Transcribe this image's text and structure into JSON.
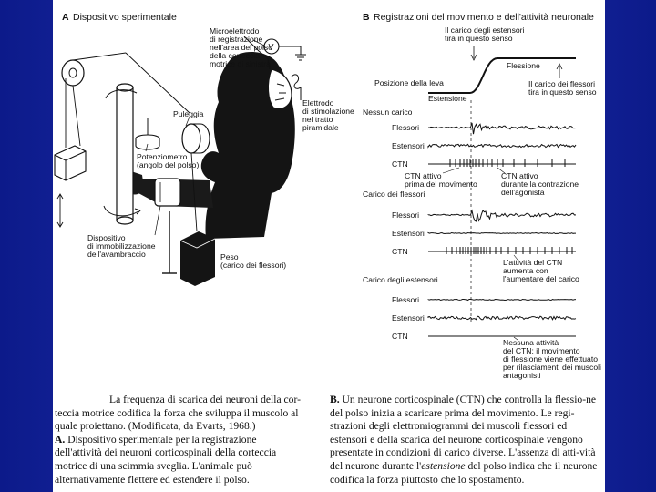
{
  "panel_a": {
    "letter": "A",
    "title": "Dispositivo sperimentale",
    "labels": {
      "electrode_rec": [
        "Microelettrodo",
        "di registrazione",
        "nell'area del polso",
        "della corteccia",
        "motrice di sinistra"
      ],
      "voltmeter": "V",
      "electrode_stim": [
        "Elettrodo",
        "di stimolazione",
        "nel tratto",
        "piramidale"
      ],
      "pulley": "Puleggia",
      "potentiometer": [
        "Potenziometro",
        "(angolo del polso)"
      ],
      "immobilizer": [
        "Dispositivo",
        "di immobilizzazione",
        "dell'avambraccio"
      ],
      "weight": [
        "Peso",
        "(carico dei flessori)"
      ]
    }
  },
  "panel_b": {
    "letter": "B",
    "title": "Registrazioni del movimento e dell'attività neuronale",
    "lever_label": "Posizione della leva",
    "extension": "Estensione",
    "flexion": "Flessione",
    "ext_pull": [
      "Il carico degli estensori",
      "tira in questo senso"
    ],
    "flex_pull": [
      "Il carico dei flessori",
      "tira in questo senso"
    ],
    "conditions": [
      "Nessun carico",
      "Carico dei flessori",
      "Carico degli estensori"
    ],
    "trace_labels": [
      "Flessori",
      "Estensori",
      "CTN"
    ],
    "notes": {
      "ctn_before": [
        "CTN attivo",
        "prima del movimento"
      ],
      "ctn_agonist": [
        "CTN attivo",
        "durante la contrazione",
        "dell'agonista"
      ],
      "ctn_increase": [
        "L'attività del CTN",
        "aumenta con",
        "l'aumentare del carico"
      ],
      "ctn_none": [
        "Nessuna attività",
        "del CTN: il movimento",
        "di flessione viene effettuato",
        "per rilasciamenti dei muscoli",
        "antagonisti"
      ]
    }
  },
  "caption_a": {
    "intro": "La frequenza di scarica dei neuroni della cor-teccia motrice codifica la forza che sviluppa il muscolo al quale proiettano. (Modificata, da Evarts, 1968.)",
    "letter": "A.",
    "text": "Dispositivo sperimentale per la registrazione dell'attività dei neuroni corticospinali della corteccia motrice di una scimmia sveglia. L'animale può alternativamente flettere ed estendere il polso."
  },
  "caption_b": {
    "letter": "B.",
    "text": "Un neurone corticospinale (CTN) che controlla la flessio-ne del polso inizia a scaricare prima del movimento. Le regi-strazioni degli elettromiogrammi dei muscoli flessori ed estensori e della scarica del neurone corticospinale vengono presentate in condizioni di carico diverse. L'assenza di atti-vità del neurone durante l'",
    "emph": "estensione",
    "text_end": " del polso indica che il neurone codifica la forza piuttosto che lo spostamento."
  }
}
